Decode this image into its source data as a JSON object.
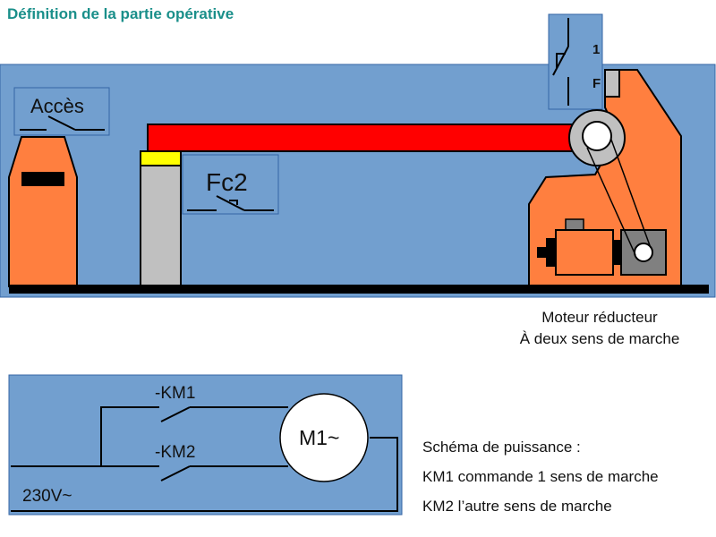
{
  "title": "Définition de la partie opérative",
  "colors": {
    "panel": "#729fcf",
    "panel_border": "#3465a4",
    "orange": "#ff7f3f",
    "red": "#ff0000",
    "yellow": "#ffff00",
    "grey_light": "#c0c0c0",
    "grey_dark": "#808080",
    "title": "#1a8f8a"
  },
  "operative": {
    "labels": {
      "acces": "Accès",
      "fc2": "Fc2",
      "fc1_top": "1",
      "fc1_bottom": "F"
    },
    "motor_caption": [
      "Moteur réducteur",
      "À deux sens de marche"
    ]
  },
  "power": {
    "km1": "-KM1",
    "km2": "-KM2",
    "motor": "M1~",
    "supply": "230V~",
    "notes": [
      "Schéma de puissance :",
      "KM1 commande 1 sens de marche",
      "KM2 l’autre sens de marche"
    ]
  }
}
